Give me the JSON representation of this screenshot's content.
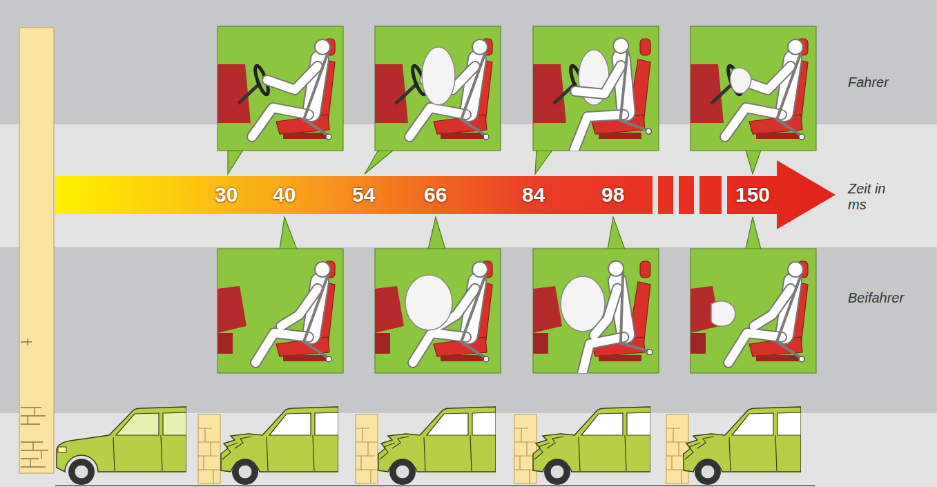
{
  "diagram": {
    "nodes": [
      {
        "text": [
          "30",
          "40",
          "54",
          "66",
          "84",
          "98",
          "150"
        ]
      }
    ],
    "labels": [
      "Fahrer",
      "Zeit in ms",
      "Beifahrer"
    ]
  }
}
